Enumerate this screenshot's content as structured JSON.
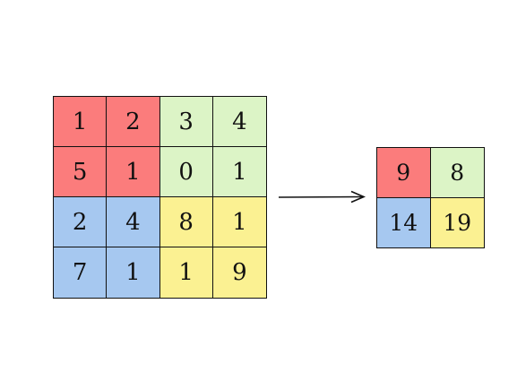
{
  "colors": {
    "red": "#fb7c7c",
    "green": "#dcf4c6",
    "blue": "#a6c8f0",
    "yellow": "#fbf192",
    "border": "#111111"
  },
  "input_matrix": [
    {
      "value": "1",
      "color": "red"
    },
    {
      "value": "2",
      "color": "red"
    },
    {
      "value": "3",
      "color": "green"
    },
    {
      "value": "4",
      "color": "green"
    },
    {
      "value": "5",
      "color": "red"
    },
    {
      "value": "1",
      "color": "red"
    },
    {
      "value": "0",
      "color": "green"
    },
    {
      "value": "1",
      "color": "green"
    },
    {
      "value": "2",
      "color": "blue"
    },
    {
      "value": "4",
      "color": "blue"
    },
    {
      "value": "8",
      "color": "yellow"
    },
    {
      "value": "1",
      "color": "yellow"
    },
    {
      "value": "7",
      "color": "blue"
    },
    {
      "value": "1",
      "color": "blue"
    },
    {
      "value": "1",
      "color": "yellow"
    },
    {
      "value": "9",
      "color": "yellow"
    }
  ],
  "output_matrix": [
    {
      "value": "9",
      "color": "red"
    },
    {
      "value": "8",
      "color": "green"
    },
    {
      "value": "14",
      "color": "blue"
    },
    {
      "value": "19",
      "color": "yellow"
    }
  ]
}
